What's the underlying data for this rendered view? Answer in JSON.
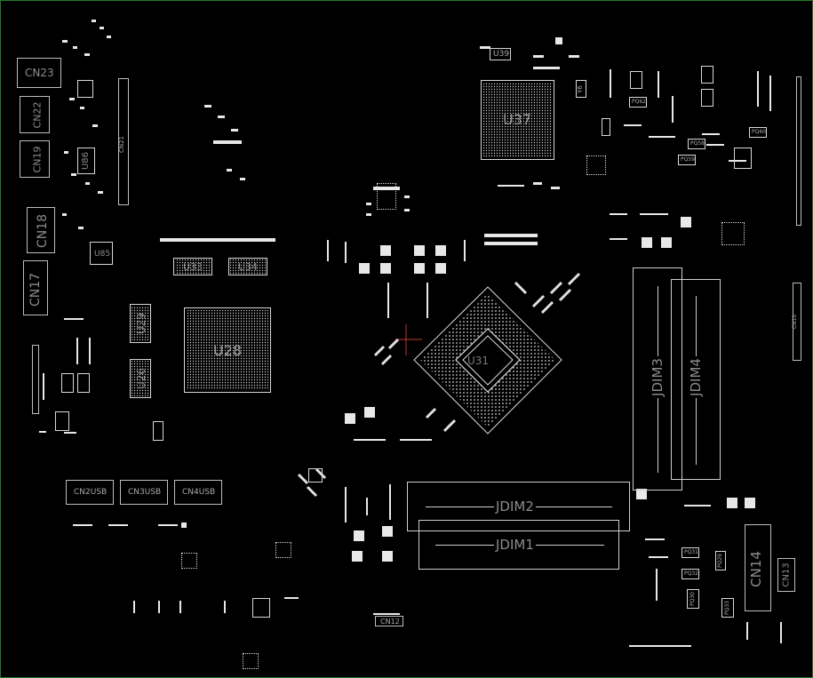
{
  "connectors": {
    "cn23": "CN23",
    "cn22": "CN22",
    "cn19": "CN19",
    "cn18": "CN18",
    "cn17": "CN17",
    "cn14": "CN14",
    "cn13": "CN13",
    "cn12": "CN12",
    "cn21": "CN21",
    "cn10": "CN10"
  },
  "usb": {
    "cn2": "CN2USB",
    "cn3": "CN3USB",
    "cn4": "CN4USB"
  },
  "chips": {
    "u37": "U37",
    "u39": "U39",
    "u28": "U28",
    "u29": "U29",
    "u26": "U26",
    "u33": "U33",
    "u34": "U34",
    "u85": "U85",
    "u86": "U86",
    "cpu": "U31"
  },
  "dimms": {
    "jdim1": "JDIM1",
    "jdim2": "JDIM2",
    "jdim3": "JDIM3",
    "jdim4": "JDIM4"
  },
  "small_parts": {
    "y6": "Y6",
    "pq_a": "PQ58",
    "pq_b": "PQ59",
    "pq_c": "PQ60",
    "pq_d": "PQ62",
    "pq_e": "PQ31",
    "pq_f": "PQ32",
    "pq_g": "PQ29",
    "pq_h": "PQ30",
    "pq_i": "PQ33"
  },
  "colors": {
    "background": "#000000",
    "border": "#1f7a2a",
    "outline": "#bdbdbd",
    "label": "#8c8c8c"
  }
}
